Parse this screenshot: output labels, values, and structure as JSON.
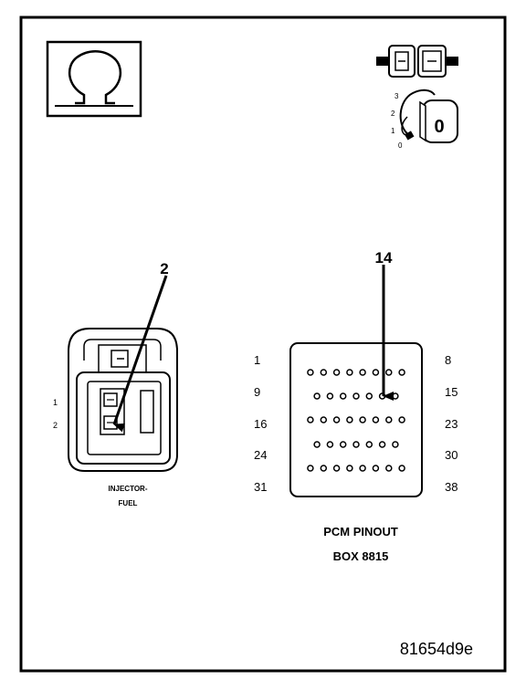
{
  "connector": {
    "pin_labels": [
      "1",
      "2"
    ],
    "callout": "2",
    "name_line1": "INJECTOR-",
    "name_line2": "FUEL"
  },
  "ignition": {
    "positions": [
      "3",
      "2",
      "1",
      "0"
    ],
    "key_symbol": "0"
  },
  "pcm": {
    "callout": "14",
    "row_start_labels": [
      "1",
      "9",
      "16",
      "24",
      "31"
    ],
    "row_end_labels": [
      "8",
      "15",
      "23",
      "30",
      "38"
    ],
    "title_line1": "PCM PINOUT",
    "title_line2": "BOX 8815"
  },
  "figure_id": "81654d9e",
  "icons": [
    "ohmmeter-icon",
    "unplug-connector-icon",
    "ignition-key-icon"
  ]
}
